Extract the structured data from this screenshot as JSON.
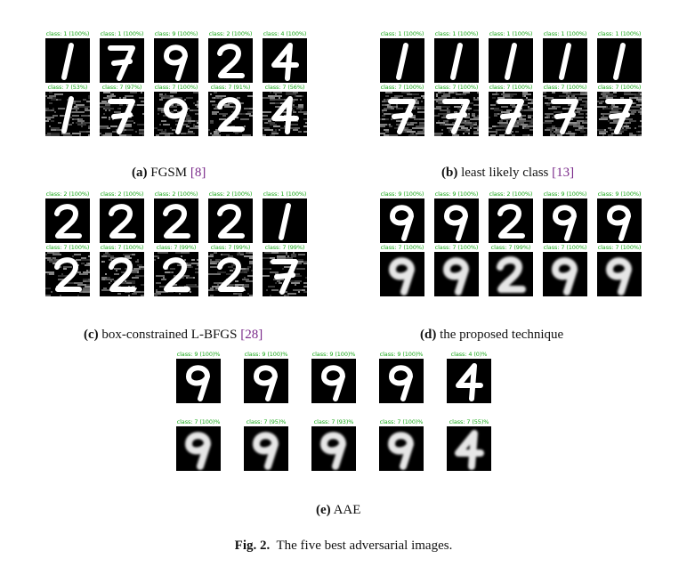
{
  "panels": [
    {
      "id": "a",
      "label": "(a)",
      "caption": "FGSM",
      "ref": "[8]",
      "rows": [
        {
          "cells": [
            {
              "class_text": "class: 1 (100%)",
              "digit": "1"
            },
            {
              "class_text": "class: 1 (100%)",
              "digit": "7"
            },
            {
              "class_text": "class: 9 (100%)",
              "digit": "9"
            },
            {
              "class_text": "class: 2 (100%)",
              "digit": "2"
            },
            {
              "class_text": "class: 4 (100%)",
              "digit": "4"
            }
          ]
        },
        {
          "cells": [
            {
              "class_text": "class: 7 (53%)",
              "digit": "1"
            },
            {
              "class_text": "class: 7 (97%)",
              "digit": "7"
            },
            {
              "class_text": "class: 7 (100%)",
              "digit": "9"
            },
            {
              "class_text": "class: 7 (91%)",
              "digit": "2"
            },
            {
              "class_text": "class: 7 (56%)",
              "digit": "4"
            }
          ]
        }
      ]
    },
    {
      "id": "b",
      "label": "(b)",
      "caption": "least likely class",
      "ref": "[13]",
      "rows": [
        {
          "cells": [
            {
              "class_text": "class: 1 (100%)",
              "digit": "1"
            },
            {
              "class_text": "class: 1 (100%)",
              "digit": "1"
            },
            {
              "class_text": "class: 1 (100%)",
              "digit": "1"
            },
            {
              "class_text": "class: 1 (100%)",
              "digit": "1"
            },
            {
              "class_text": "class: 1 (100%)",
              "digit": "1"
            }
          ]
        },
        {
          "cells": [
            {
              "class_text": "class: 7 (100%)",
              "digit": "7"
            },
            {
              "class_text": "class: 7 (100%)",
              "digit": "7"
            },
            {
              "class_text": "class: 7 (100%)",
              "digit": "7"
            },
            {
              "class_text": "class: 7 (100%)",
              "digit": "7"
            },
            {
              "class_text": "class: 7 (100%)",
              "digit": "7"
            }
          ]
        }
      ]
    },
    {
      "id": "c",
      "label": "(c)",
      "caption": "box-constrained L-BFGS",
      "ref": "[28]",
      "rows": [
        {
          "cells": [
            {
              "class_text": "class: 2 (100%)",
              "digit": "2"
            },
            {
              "class_text": "class: 2 (100%)",
              "digit": "2"
            },
            {
              "class_text": "class: 2 (100%)",
              "digit": "2"
            },
            {
              "class_text": "class: 2 (100%)",
              "digit": "2"
            },
            {
              "class_text": "class: 1 (100%)",
              "digit": "1"
            }
          ]
        },
        {
          "cells": [
            {
              "class_text": "class: 7 (100%)",
              "digit": "2"
            },
            {
              "class_text": "class: 7 (100%)",
              "digit": "2"
            },
            {
              "class_text": "class: 7 (99%)",
              "digit": "2"
            },
            {
              "class_text": "class: 7 (99%)",
              "digit": "2"
            },
            {
              "class_text": "class: 7 (99%)",
              "digit": "7"
            }
          ]
        }
      ]
    },
    {
      "id": "d",
      "label": "(d)",
      "caption": "the proposed technique",
      "ref": "",
      "rows": [
        {
          "cells": [
            {
              "class_text": "class: 9 (100%)",
              "digit": "9"
            },
            {
              "class_text": "class: 9 (100%)",
              "digit": "9"
            },
            {
              "class_text": "class: 2 (100%)",
              "digit": "2"
            },
            {
              "class_text": "class: 9 (100%)",
              "digit": "9"
            },
            {
              "class_text": "class: 9 (100%)",
              "digit": "9"
            }
          ]
        },
        {
          "cells": [
            {
              "class_text": "class: 7 (100%)",
              "digit": "9"
            },
            {
              "class_text": "class: 7 (100%)",
              "digit": "9"
            },
            {
              "class_text": "class: 7 (99%)",
              "digit": "2"
            },
            {
              "class_text": "class: 7 (100%)",
              "digit": "9"
            },
            {
              "class_text": "class: 7 (100%)",
              "digit": "9"
            }
          ]
        }
      ]
    },
    {
      "id": "e",
      "label": "(e)",
      "caption": "AAE",
      "ref": "",
      "rows": [
        {
          "cells": [
            {
              "class_text": "class: 9 (100)%",
              "digit": "9"
            },
            {
              "class_text": "class: 9 (100)%",
              "digit": "9"
            },
            {
              "class_text": "class: 9 (100)%",
              "digit": "9"
            },
            {
              "class_text": "class: 9 (100)%",
              "digit": "9"
            },
            {
              "class_text": "class: 4 (0)%",
              "digit": "4"
            }
          ]
        },
        {
          "cells": [
            {
              "class_text": "class: 7 (100)%",
              "digit": "9"
            },
            {
              "class_text": "class: 7 (95)%",
              "digit": "9"
            },
            {
              "class_text": "class: 7 (93)%",
              "digit": "9"
            },
            {
              "class_text": "class: 7 (100)%",
              "digit": "9"
            },
            {
              "class_text": "class: 7 (55)%",
              "digit": "4"
            }
          ]
        }
      ]
    }
  ],
  "figure_caption": {
    "label": "Fig. 2.",
    "text": "The five best adversarial images."
  },
  "colors": {
    "class_text": "#1aa81a",
    "reference": "#7a2a8a",
    "digit_background": "#000000",
    "digit_stroke": "#ffffff"
  }
}
